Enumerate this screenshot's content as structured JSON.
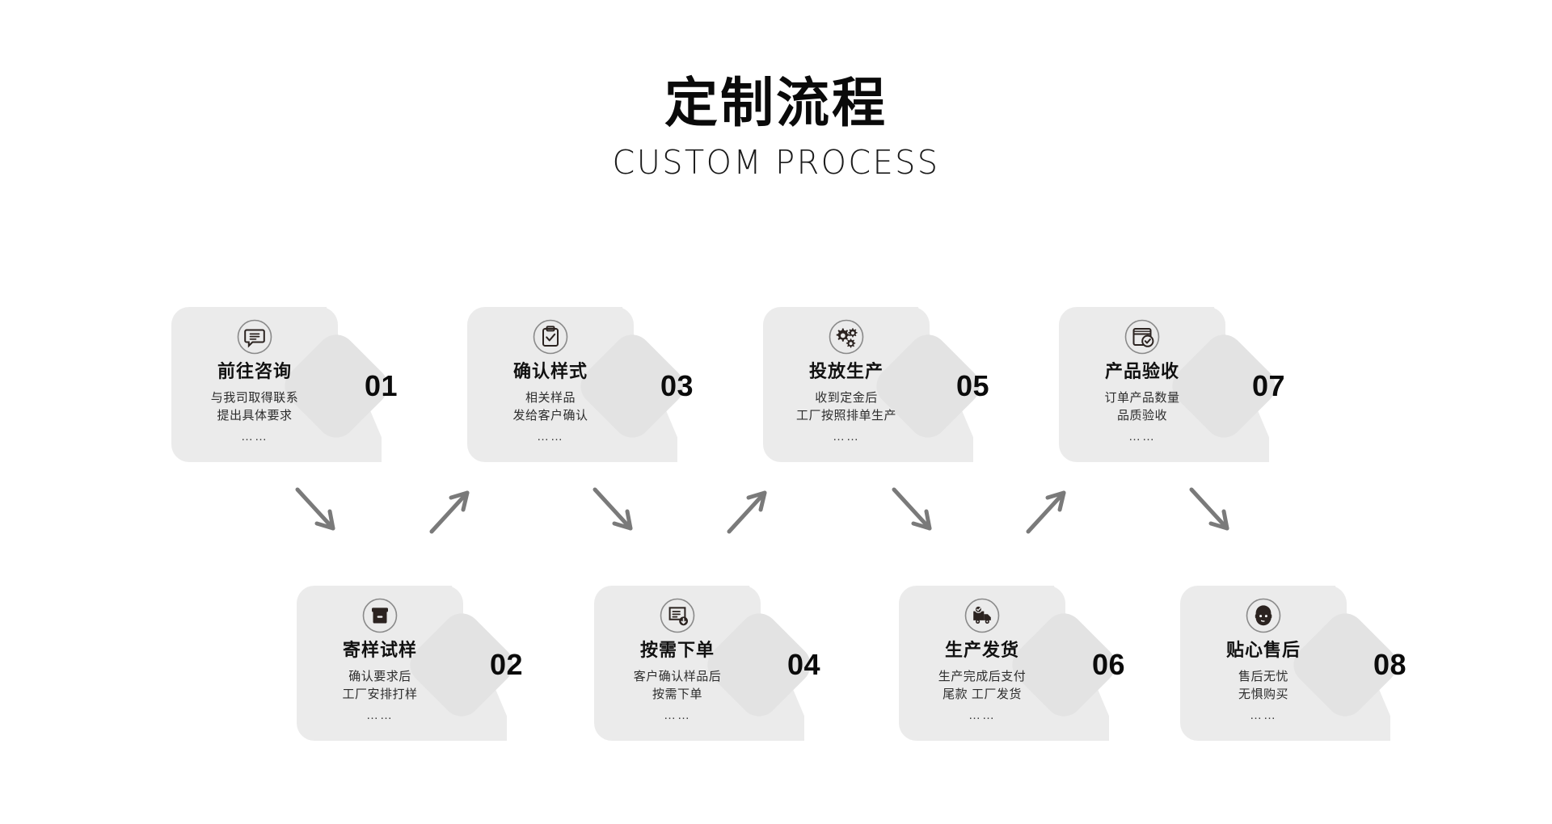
{
  "header": {
    "title": "定制流程",
    "subtitle": "CUSTOM PROCESS"
  },
  "colors": {
    "background": "#ffffff",
    "card": "#ebebeb",
    "badge": "#e3e3e3",
    "title_text": "#0a0a0a",
    "body_text": "#2c2c2c",
    "arrow": "#7a7a7a",
    "icon_stroke": "#2b2320"
  },
  "steps": [
    {
      "number": "01",
      "title": "前往咨询",
      "desc_line1": "与我司取得联系",
      "desc_line2": "提出具体要求",
      "dots": "……",
      "icon": "speech-bubble-icon",
      "row": "top"
    },
    {
      "number": "02",
      "title": "寄样试样",
      "desc_line1": "确认要求后",
      "desc_line2": "工厂安排打样",
      "dots": "……",
      "icon": "sample-box-icon",
      "row": "bottom"
    },
    {
      "number": "03",
      "title": "确认样式",
      "desc_line1": "相关样品",
      "desc_line2": "发给客户确认",
      "dots": "……",
      "icon": "clipboard-check-icon",
      "row": "top"
    },
    {
      "number": "04",
      "title": "按需下单",
      "desc_line1": "客户确认样品后",
      "desc_line2": "按需下单",
      "dots": "……",
      "icon": "order-document-icon",
      "row": "bottom"
    },
    {
      "number": "05",
      "title": "投放生产",
      "desc_line1": "收到定金后",
      "desc_line2": "工厂按照排单生产",
      "dots": "……",
      "icon": "gears-icon",
      "row": "top"
    },
    {
      "number": "06",
      "title": "生产发货",
      "desc_line1": "生产完成后支付",
      "desc_line2": "尾款 工厂发货",
      "dots": "……",
      "icon": "delivery-truck-icon",
      "row": "bottom"
    },
    {
      "number": "07",
      "title": "产品验收",
      "desc_line1": "订单产品数量",
      "desc_line2": "品质验收",
      "dots": "……",
      "icon": "package-check-icon",
      "row": "top"
    },
    {
      "number": "08",
      "title": "贴心售后",
      "desc_line1": "售后无忧",
      "desc_line2": "无惧购买",
      "dots": "……",
      "icon": "support-agent-icon",
      "row": "bottom"
    }
  ],
  "arrows": [
    {
      "name": "arrow-01-to-02",
      "direction": "down-right"
    },
    {
      "name": "arrow-02-to-03",
      "direction": "up-right"
    },
    {
      "name": "arrow-03-to-04",
      "direction": "down-right"
    },
    {
      "name": "arrow-04-to-05",
      "direction": "up-right"
    },
    {
      "name": "arrow-05-to-06",
      "direction": "down-right"
    },
    {
      "name": "arrow-06-to-07",
      "direction": "up-right"
    },
    {
      "name": "arrow-07-to-08",
      "direction": "down-right"
    }
  ]
}
